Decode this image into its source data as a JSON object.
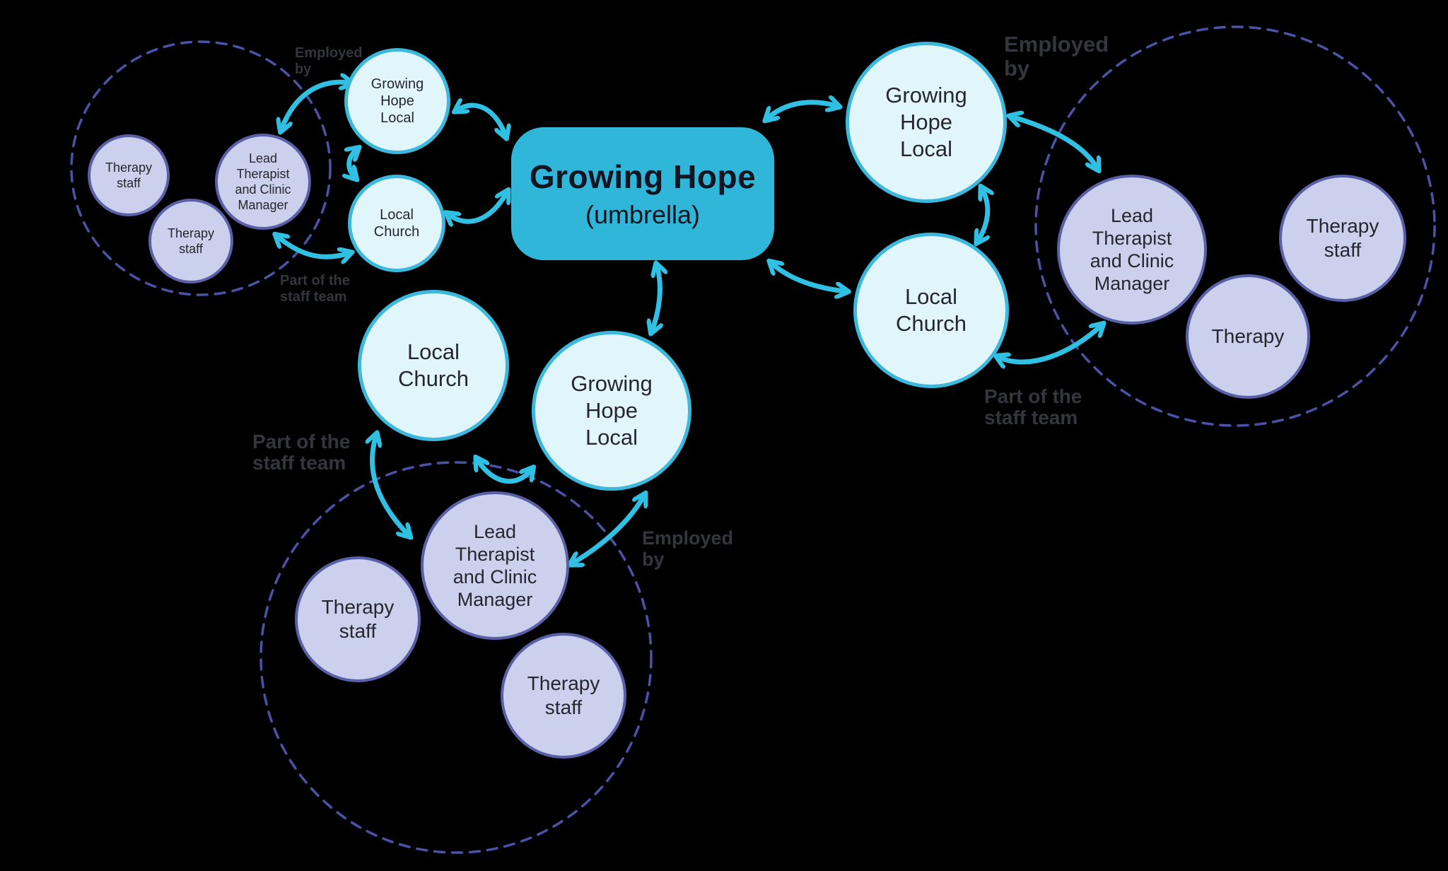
{
  "center_node": {
    "title": "Growing Hope",
    "subtitle": "(umbrella)"
  },
  "left_group": {
    "growing_hope_local": "Growing\nHope\nLocal",
    "local_church": "Local\nChurch",
    "lead_therapist": "Lead\nTherapist\nand Clinic\nManager",
    "therapy_staff_top": "Therapy\nstaff",
    "therapy_staff_bottom": "Therapy\nstaff",
    "employed_by_label": "Employed\nby",
    "part_of_staff_label": "Part of the\nstaff team"
  },
  "right_group": {
    "growing_hope_local": "Growing\nHope\nLocal",
    "local_church": "Local\nChurch",
    "lead_therapist": "Lead\nTherapist\nand Clinic\nManager",
    "therapy_staff": "Therapy\nstaff",
    "therapy": "Therapy",
    "employed_by_label": "Employed\nby",
    "part_of_staff_label": "Part of the\nstaff team"
  },
  "bottom_group": {
    "growing_hope_local": "Growing\nHope\nLocal",
    "local_church": "Local\nChurch",
    "lead_therapist": "Lead\nTherapist\nand Clinic\nManager",
    "therapy_staff_left": "Therapy\nstaff",
    "therapy_staff_right": "Therapy\nstaff",
    "employed_by_label": "Employed\nby",
    "part_of_staff_label": "Part of the\nstaff team"
  },
  "colors": {
    "background": "#000000",
    "umbrella_fill": "#2fb6d8",
    "umbrella_text": "#12141f",
    "partner_circle_fill": "#e1f6fb",
    "partner_circle_border": "#3bb8db",
    "staff_circle_fill": "#cbd1ec",
    "staff_circle_border": "#5a60a8",
    "team_boundary_dash": "#4c52a7",
    "arrow": "#2fc0e3",
    "annotation_text": "#33363c",
    "node_text": "#26262f"
  }
}
